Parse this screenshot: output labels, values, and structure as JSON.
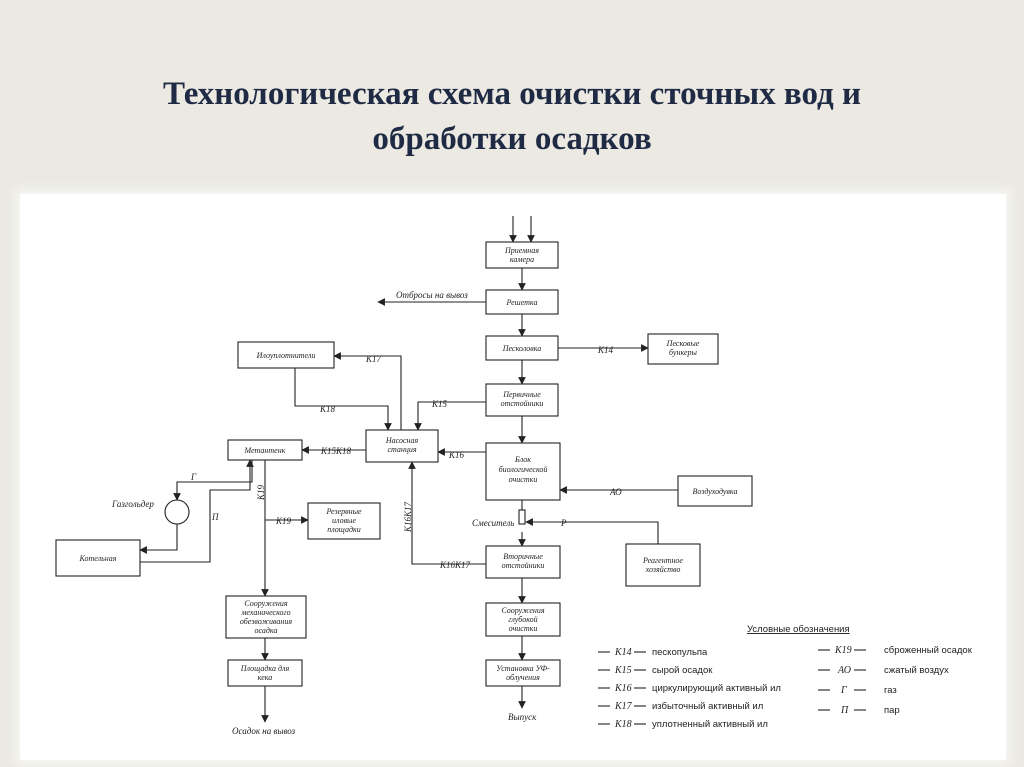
{
  "title": {
    "line1": "Технологическая схема  очистки сточных вод и",
    "line2": "обработки осадков"
  },
  "diagram": {
    "boxes": {
      "priemnaya_kamera": [
        "Приемная",
        "камера"
      ],
      "reshetka": [
        "Решетка"
      ],
      "peskolovka": [
        "Песколовка"
      ],
      "peskovye_bunkery": [
        "Песковые",
        "бункеры"
      ],
      "pervichnye_otstoyniki": [
        "Первичные",
        "отстойники"
      ],
      "ilouplotniteli": [
        "Илоуплотнители"
      ],
      "nasosnaya_stanciya": [
        "Насосная",
        "станция"
      ],
      "metantenk": [
        "Метантенк"
      ],
      "blok_biologicheskoy_ochistki": [
        "Блок",
        "биологической",
        "очистки"
      ],
      "vozduhoduvka": [
        "Воздуходувка"
      ],
      "rezervnye_ilovye_ploshchadki": [
        "Резервные",
        "иловые",
        "площадки"
      ],
      "kotelnaya": [
        "Котельная"
      ],
      "vtorichnye_otstoyniki": [
        "Вторичные",
        "отстойники"
      ],
      "reagentnoe_hozyaystvo": [
        "Реагентное",
        "хозяйство"
      ],
      "sooruzheniya_mehanicheskogo": [
        "Сооружения",
        "механического",
        "обезвоживания",
        "осадка"
      ],
      "sooruzheniya_glubokoy_ochistki": [
        "Сооружения",
        "глубокой",
        "очистки"
      ],
      "ploshchadka_dlya_keka": [
        "Площадка для",
        "кека"
      ],
      "ustanovka_uf": [
        "Установка УФ-",
        "облучения"
      ]
    },
    "labels": {
      "otbrosy": "Отбросы на вывоз",
      "k14": "К14",
      "k17": "К17",
      "k15": "К15",
      "k18": "К18",
      "k15k18": "К15К18",
      "k16": "К16",
      "ao": "АО",
      "gazgolder": "Газгольдер",
      "g": "Г",
      "p_steam": "П",
      "k19_vertical": "К19",
      "k19": "К19",
      "k16k17_vertical": "К16К17",
      "k16k17": "К16К17",
      "smesitel": "Смеситель",
      "r": "Р",
      "osadok_na_vyvoz": "Осадок на вывоз",
      "vypusk": "Выпуск"
    },
    "legend": {
      "title": "Условные обозначения",
      "left": [
        {
          "code": "К14",
          "text": "пескопульпа"
        },
        {
          "code": "К15",
          "text": "сырой осадок"
        },
        {
          "code": "К16",
          "text": "циркулирующий активный ил"
        },
        {
          "code": "К17",
          "text": "избыточный активный ил"
        },
        {
          "code": "К18",
          "text": "уплотненный активный ил"
        }
      ],
      "right": [
        {
          "code": "К19",
          "text": "сброженный осадок"
        },
        {
          "code": "АО",
          "text": "сжатый воздух"
        },
        {
          "code": "Г",
          "text": "газ"
        },
        {
          "code": "П",
          "text": "пар"
        }
      ]
    }
  }
}
